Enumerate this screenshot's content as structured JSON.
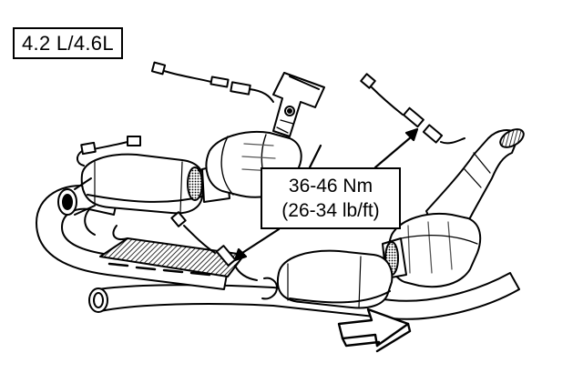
{
  "diagram": {
    "engine_label": "4.2 L/4.6L",
    "torque": {
      "metric": "36-46 Nm",
      "imperial": "(26-34 lb/ft)"
    },
    "colors": {
      "ink": "#000000",
      "paper": "#ffffff",
      "shade": "#555555"
    },
    "icons": [
      "oxygen-sensor-icon",
      "catalytic-converter-icon",
      "direction-arrow-icon"
    ]
  }
}
